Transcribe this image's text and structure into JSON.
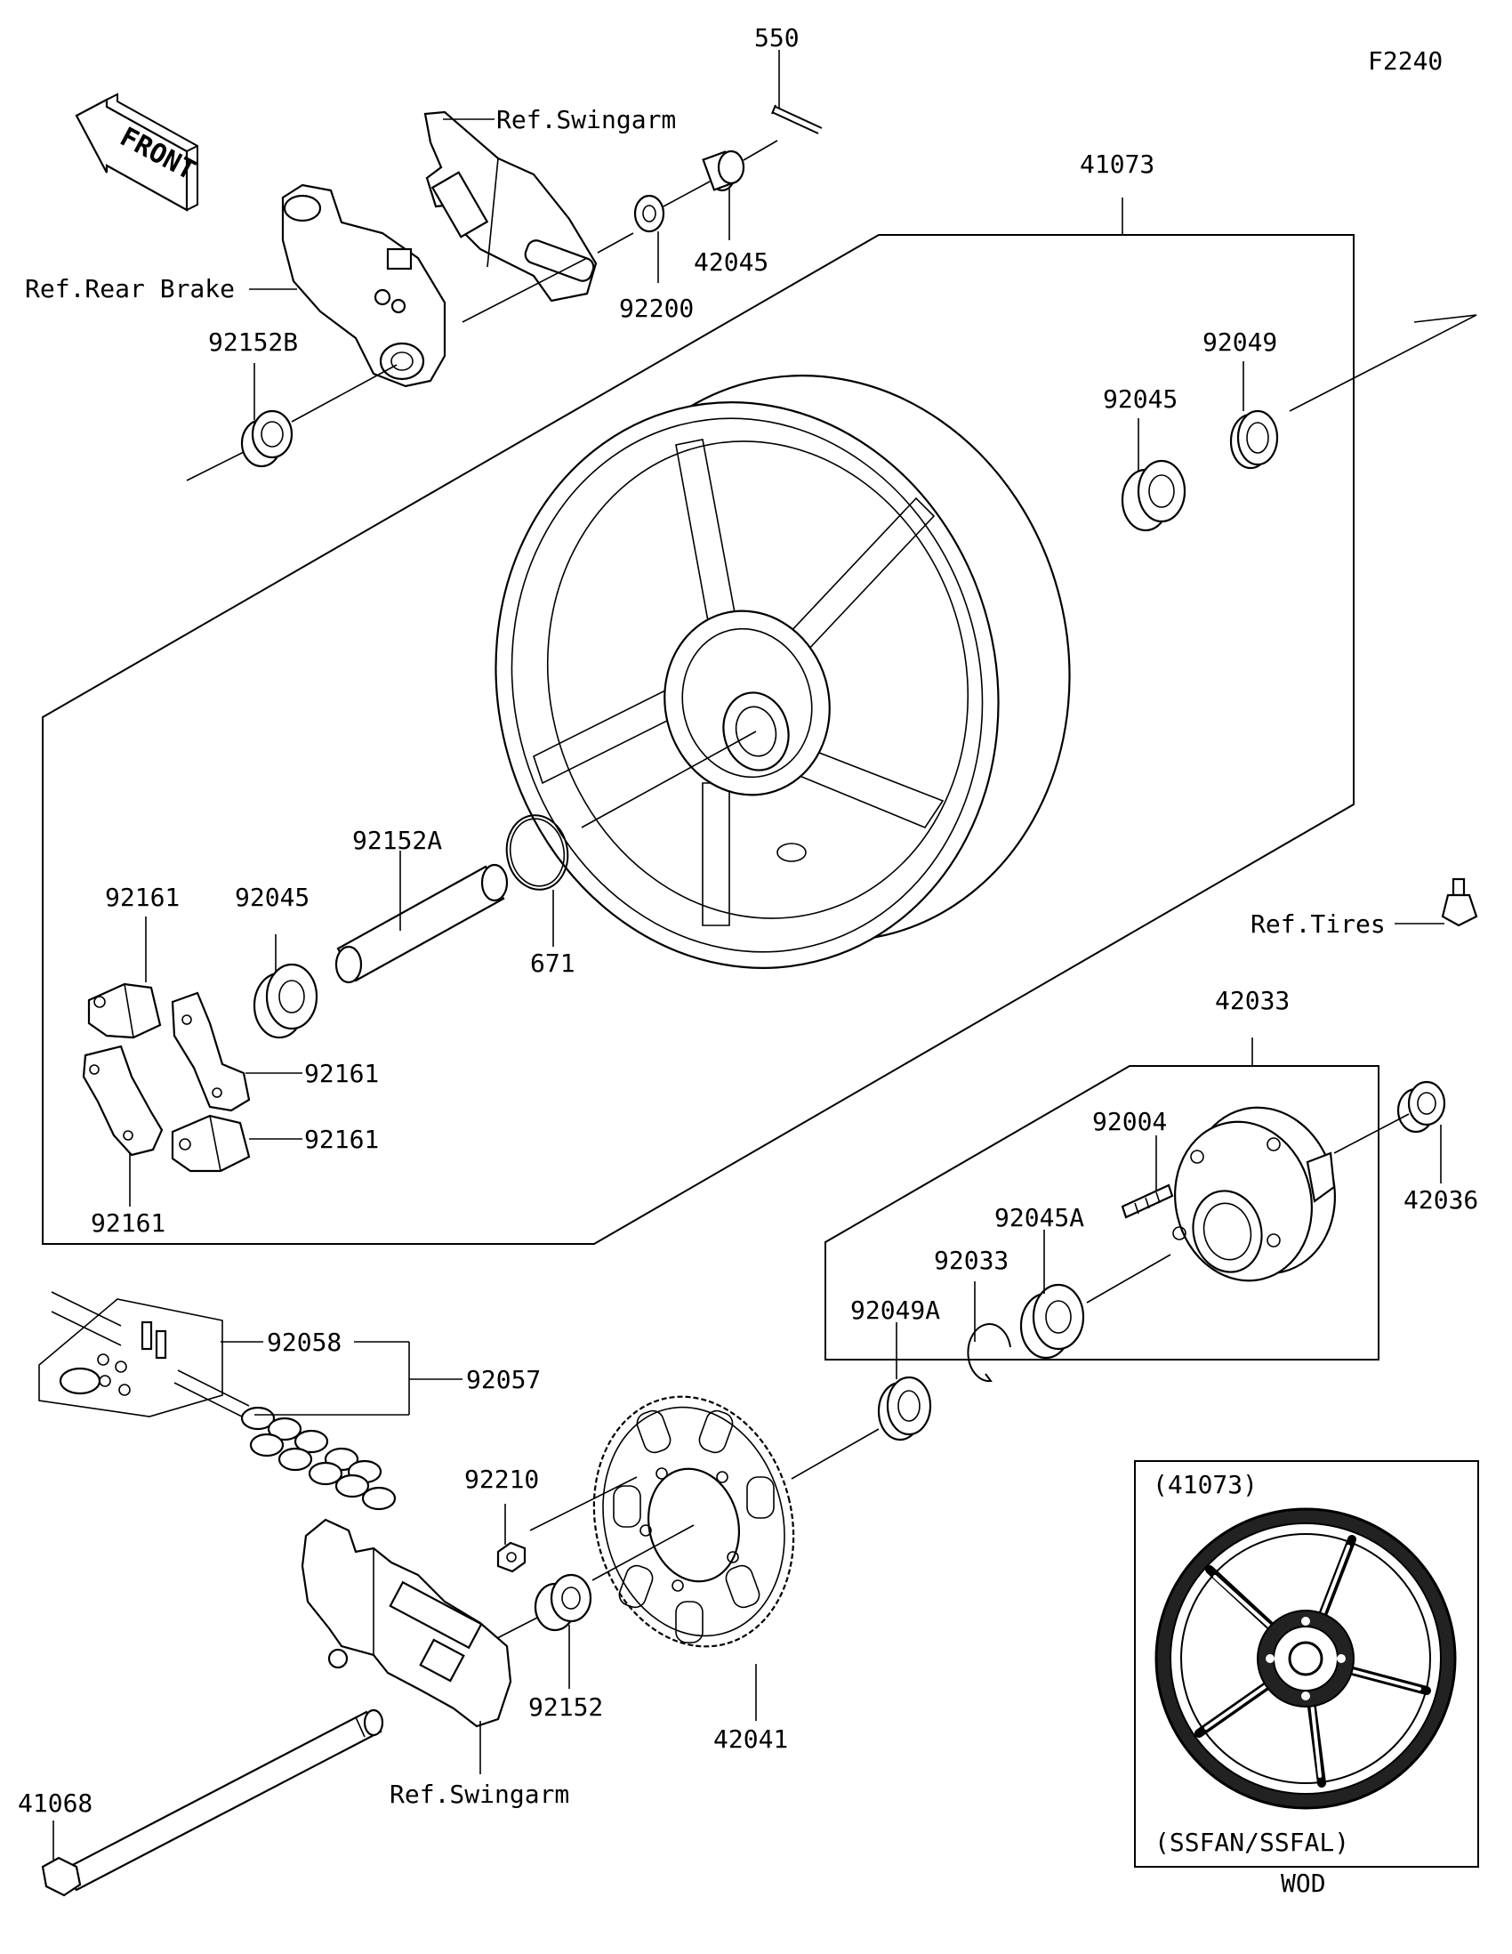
{
  "figure_code": "F2240",
  "front_label": "FRONT",
  "labels": {
    "p550": "550",
    "ref_swingarm_top": "Ref.Swingarm",
    "p41073": "41073",
    "ref_rear_brake": "Ref.Rear Brake",
    "p92152B": "92152B",
    "p92200": "92200",
    "p42045": "42045",
    "p92049": "92049",
    "p92045_top": "92045",
    "p92161_a": "92161",
    "p92045_left": "92045",
    "p92152A": "92152A",
    "p671": "671",
    "p92161_b": "92161",
    "p92161_c": "92161",
    "p92161_d": "92161",
    "ref_tires": "Ref.Tires",
    "p42033": "42033",
    "p92004": "92004",
    "p42036": "42036",
    "p92045A": "92045A",
    "p92033": "92033",
    "p92049A": "92049A",
    "p92058": "92058",
    "p92057": "92057",
    "p92210": "92210",
    "p92152": "92152",
    "p42041": "42041",
    "ref_swingarm_bottom": "Ref.Swingarm",
    "p41068": "41068"
  },
  "inset": {
    "part": "(41073)",
    "variant": "(SSFAN/SSFAL)",
    "color_code": "WOD"
  }
}
